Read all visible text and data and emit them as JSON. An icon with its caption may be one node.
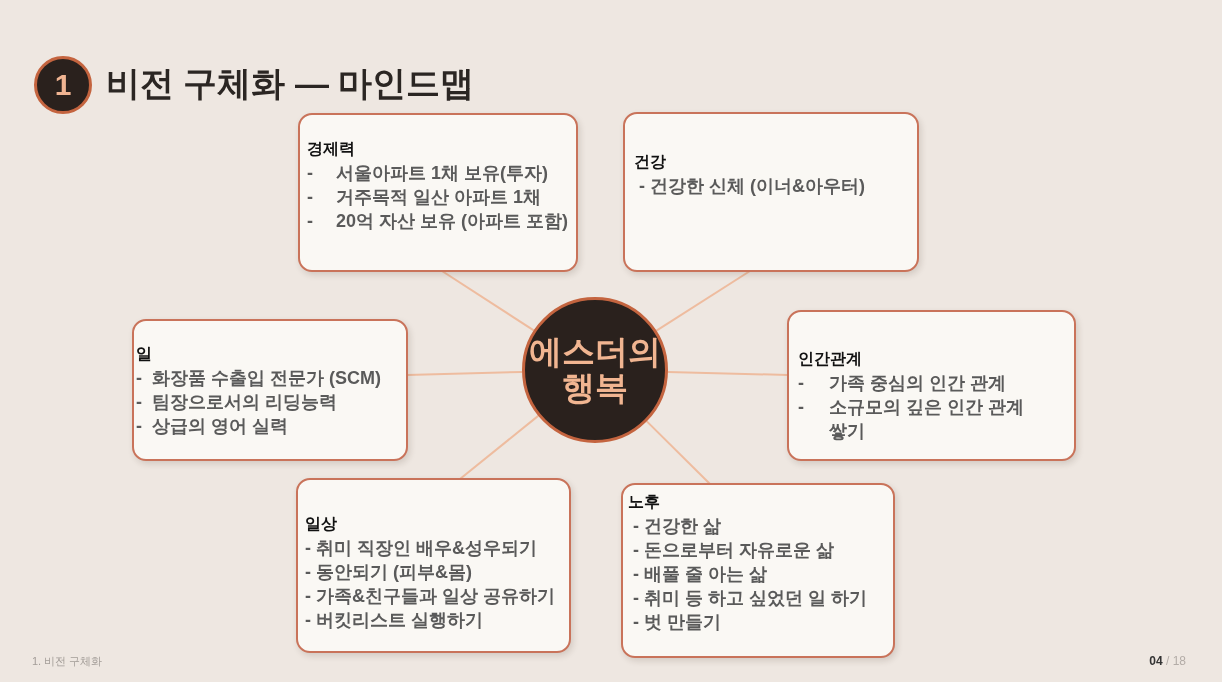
{
  "diagram": {
    "title": "비전 구체화 — 마인드맵",
    "nodes": [
      {
        "text": [
          "1"
        ]
      },
      {
        "text": [
          "경제력",
          "- 서울아파트 1채 보유(투자)",
          "- 거주목적 일산 아파트 1채",
          "- 20억 자산 보유 (아파트 포함)"
        ]
      },
      {
        "text": [
          "건강",
          "- 건강한 신체 (이너&아우터)"
        ]
      },
      {
        "text": [
          "일",
          "- 화장품 수출입 전문가 (SCM)",
          "- 팀장으로서의 리딩능력",
          "- 상급의 영어 실력"
        ]
      },
      {
        "text": [
          "에스더의 행복"
        ]
      },
      {
        "text": [
          "인간관계",
          "- 가족 중심의 인간 관계",
          "- 소규모의 깊은 인간 관계 쌓기"
        ]
      },
      {
        "text": [
          "일상",
          "- 취미 직장인 배우&성우되기",
          "- 동안되기 (피부&몸)",
          "- 가족&친구들과 일상 공유하기",
          "- 버킷리스트 실행하기"
        ]
      },
      {
        "text": [
          "노후",
          "- 건강한 삶",
          "- 돈으로부터 자유로운 삶",
          "- 배풀 줄 아는 삶",
          "- 취미 등 하고 싶었던 일 하기",
          "- 벗 만들기"
        ]
      }
    ],
    "edges": [
      {
        "from": 4,
        "to": 1,
        "arrow": "none"
      },
      {
        "from": 4,
        "to": 2,
        "arrow": "none"
      },
      {
        "from": 4,
        "to": 3,
        "arrow": "none"
      },
      {
        "from": 4,
        "to": 5,
        "arrow": "none"
      },
      {
        "from": 4,
        "to": 6,
        "arrow": "none"
      },
      {
        "from": 4,
        "to": 7,
        "arrow": "none"
      }
    ],
    "labels": [
      "1. 비전 구체화",
      "**04** / 18"
    ]
  }
}
